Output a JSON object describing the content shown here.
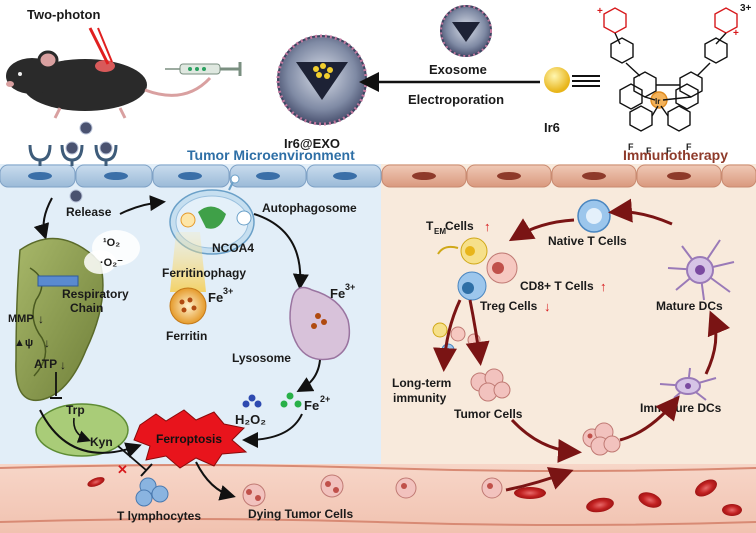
{
  "top": {
    "two_photon": "Two-photon",
    "exosome": "Exosome",
    "electroporation": "Electroporation",
    "ir6_exo": "Ir6@EXO",
    "ir6": "Ir6",
    "charge_3plus": "3+",
    "plus": "+",
    "n_label": "N",
    "ir_label": "Ir",
    "f_label": "F"
  },
  "left_panel": {
    "title": "Tumor Microenvironment",
    "release": "Release",
    "singlet_o2": "¹O₂",
    "superoxide": "·O₂⁻",
    "respiratory": "Respiratory",
    "chain": "Chain",
    "mmp": "MMP",
    "psi": "▲ψ",
    "atp": "ATP",
    "autophagosome": "Autophagosome",
    "ncoa4": "NCOA4",
    "ferritinophagy": "Ferritinophagy",
    "fe3_a": "Fe",
    "fe3_sup": "3+",
    "ferritin": "Ferritin",
    "fe3_b": "Fe",
    "lysosome": "Lysosome",
    "h2o2": "H₂O₂",
    "fe2": "Fe",
    "fe2_sup": "2+",
    "trp": "Trp",
    "kyn": "Kyn",
    "ferroptosis": "Ferroptosis",
    "t_lymphocytes": "T lymphocytes",
    "dying_tumor": "Dying Tumor Cells"
  },
  "right_panel": {
    "title": "Immunotherapy",
    "tem": "T",
    "tem_sub": "EM",
    "tem_rest": " Cells",
    "native_t": "Native T Cells",
    "cd8": "CD8+ T Cells",
    "treg": "Treg Cells",
    "mature_dcs": "Mature DCs",
    "long_term": "Long-term",
    "immunity": "immunity",
    "tumor_cells": "Tumor Cells",
    "immature_dcs": "Immature DCs",
    "up_arrow": "↑",
    "down_arrow": "↓"
  },
  "colors": {
    "left_bg": "#e2eef8",
    "right_bg": "#f8eadc",
    "tme_title": "#2e6fa6",
    "immuno_title": "#8e3a2a",
    "dark_red_arrow": "#7a1414",
    "red": "#d7191c",
    "mito": "#8a9a4e",
    "ferroptosis_burst": "#e8141c"
  }
}
